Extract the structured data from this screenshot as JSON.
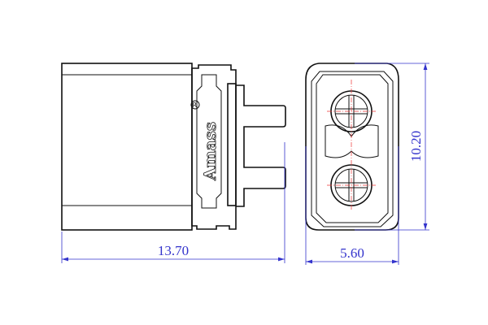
{
  "drawing": {
    "logo_text": "Amass",
    "registered_mark": "®",
    "dimensions": {
      "length": "13.70",
      "width": "5.60",
      "height": "10.20"
    },
    "colors": {
      "outline": "#111111",
      "dimension": "#3333cc",
      "centerline": "#ee3333"
    }
  }
}
